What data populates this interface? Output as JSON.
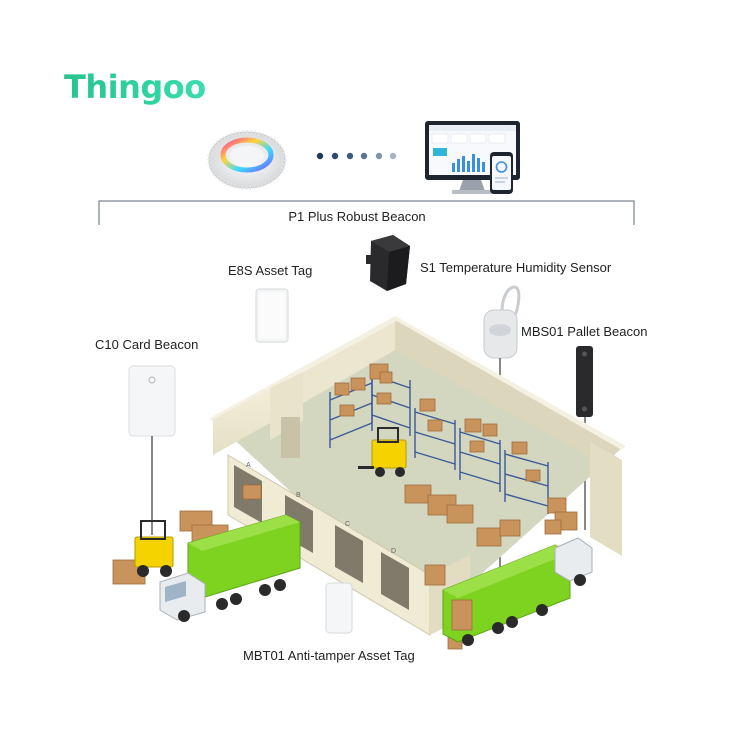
{
  "brand": {
    "logo_text": "Thingoo",
    "accent": "#2bc995"
  },
  "devices": {
    "gateway": "P1 Plus Robust Beacon",
    "sensor": "S1 Temperature Humidity Sensor",
    "asset_tag": "E8S Asset Tag",
    "card_beacon": "C10 Card Beacon",
    "pallet_beacon": "MBS01 Pallet Beacon",
    "anti_tamper_tag": "MBT01 Anti-tamper Asset Tag"
  },
  "warehouse": {
    "dock_doors": [
      "A",
      "B",
      "C",
      "D"
    ]
  },
  "icons": {
    "gateway": "ceiling-gateway-icon",
    "computer": "monitor-dashboard-icon",
    "phone": "smartphone-icon",
    "signal": "signal-dots-icon"
  },
  "colors": {
    "truck_green": "#7ed321",
    "wall": "#e9e4cf",
    "floor": "#cfd3b8",
    "shelf_blue": "#3b5998",
    "box": "#c9935c",
    "forklift": "#f5d300",
    "bracket": "#5d6a78"
  }
}
